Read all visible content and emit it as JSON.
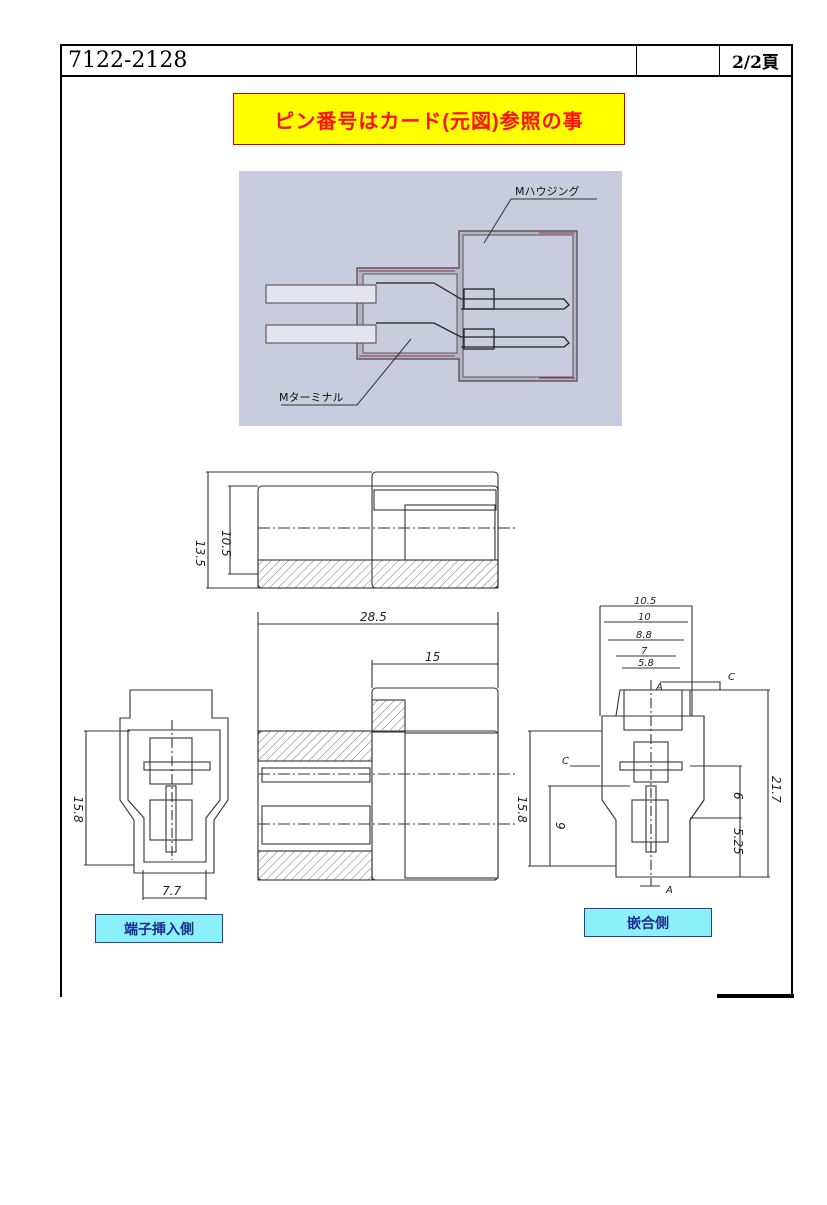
{
  "header": {
    "part_number": "7122-2128",
    "page": "2/2頁"
  },
  "notice": "ピン番号はカード(元図)参照の事",
  "photo_labels": {
    "housing": "Mハウジング",
    "terminal": "Mターミナル"
  },
  "dimensions": {
    "side_height_outer": "13.5",
    "side_height_inner": "10.5",
    "overall_length": "28.5",
    "mating_length": "15",
    "left_view_height": "15.8",
    "left_view_width": "7.7",
    "right_view_widths": [
      "10.5",
      "10",
      "8.8",
      "7",
      "5.8"
    ],
    "right_view_height_left": "15.8",
    "right_view_height_right": "21.7",
    "right_view_lower_left": "9",
    "right_view_pitch": "6",
    "right_view_bottom": "5.25",
    "section_marks": [
      "A",
      "A",
      "C",
      "C"
    ]
  },
  "view_labels": {
    "terminal_insert_side": "端子挿入側",
    "mating_side": "嵌合側"
  },
  "colors": {
    "notice_bg": "#ffff00",
    "notice_text": "#ff1010",
    "label_bg": "#8cf0fb",
    "label_text": "#1c2c8c",
    "photo_bg": "#c9ccdf"
  }
}
